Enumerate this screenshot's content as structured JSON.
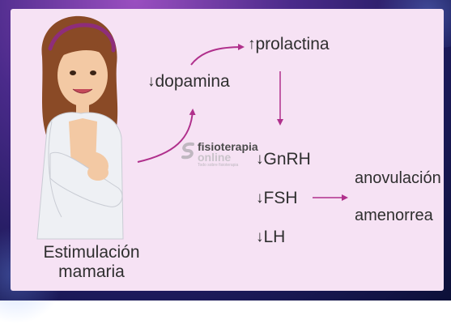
{
  "diagram": {
    "nodes": {
      "dopamina": {
        "arrow": "↓",
        "text": "dopamina"
      },
      "prolactina": {
        "arrow": "↑",
        "text": "prolactina"
      },
      "gnrh": {
        "arrow": "↓",
        "text": "GnRH"
      },
      "fsh": {
        "arrow": "↓",
        "text": "FSH"
      },
      "lh": {
        "arrow": "↓",
        "text": "LH"
      }
    },
    "outcomes": [
      "anovulación",
      "amenorrea"
    ],
    "caption": [
      "Estimulación",
      "mamaria"
    ]
  },
  "watermark": {
    "brand": "fisioterapia",
    "brand_sub": "online",
    "tagline": "Todo sobre fisioterapia"
  },
  "colors": {
    "panel": "#f6e2f4",
    "arrow": "#b0308c",
    "text": "#2f2f2f"
  }
}
